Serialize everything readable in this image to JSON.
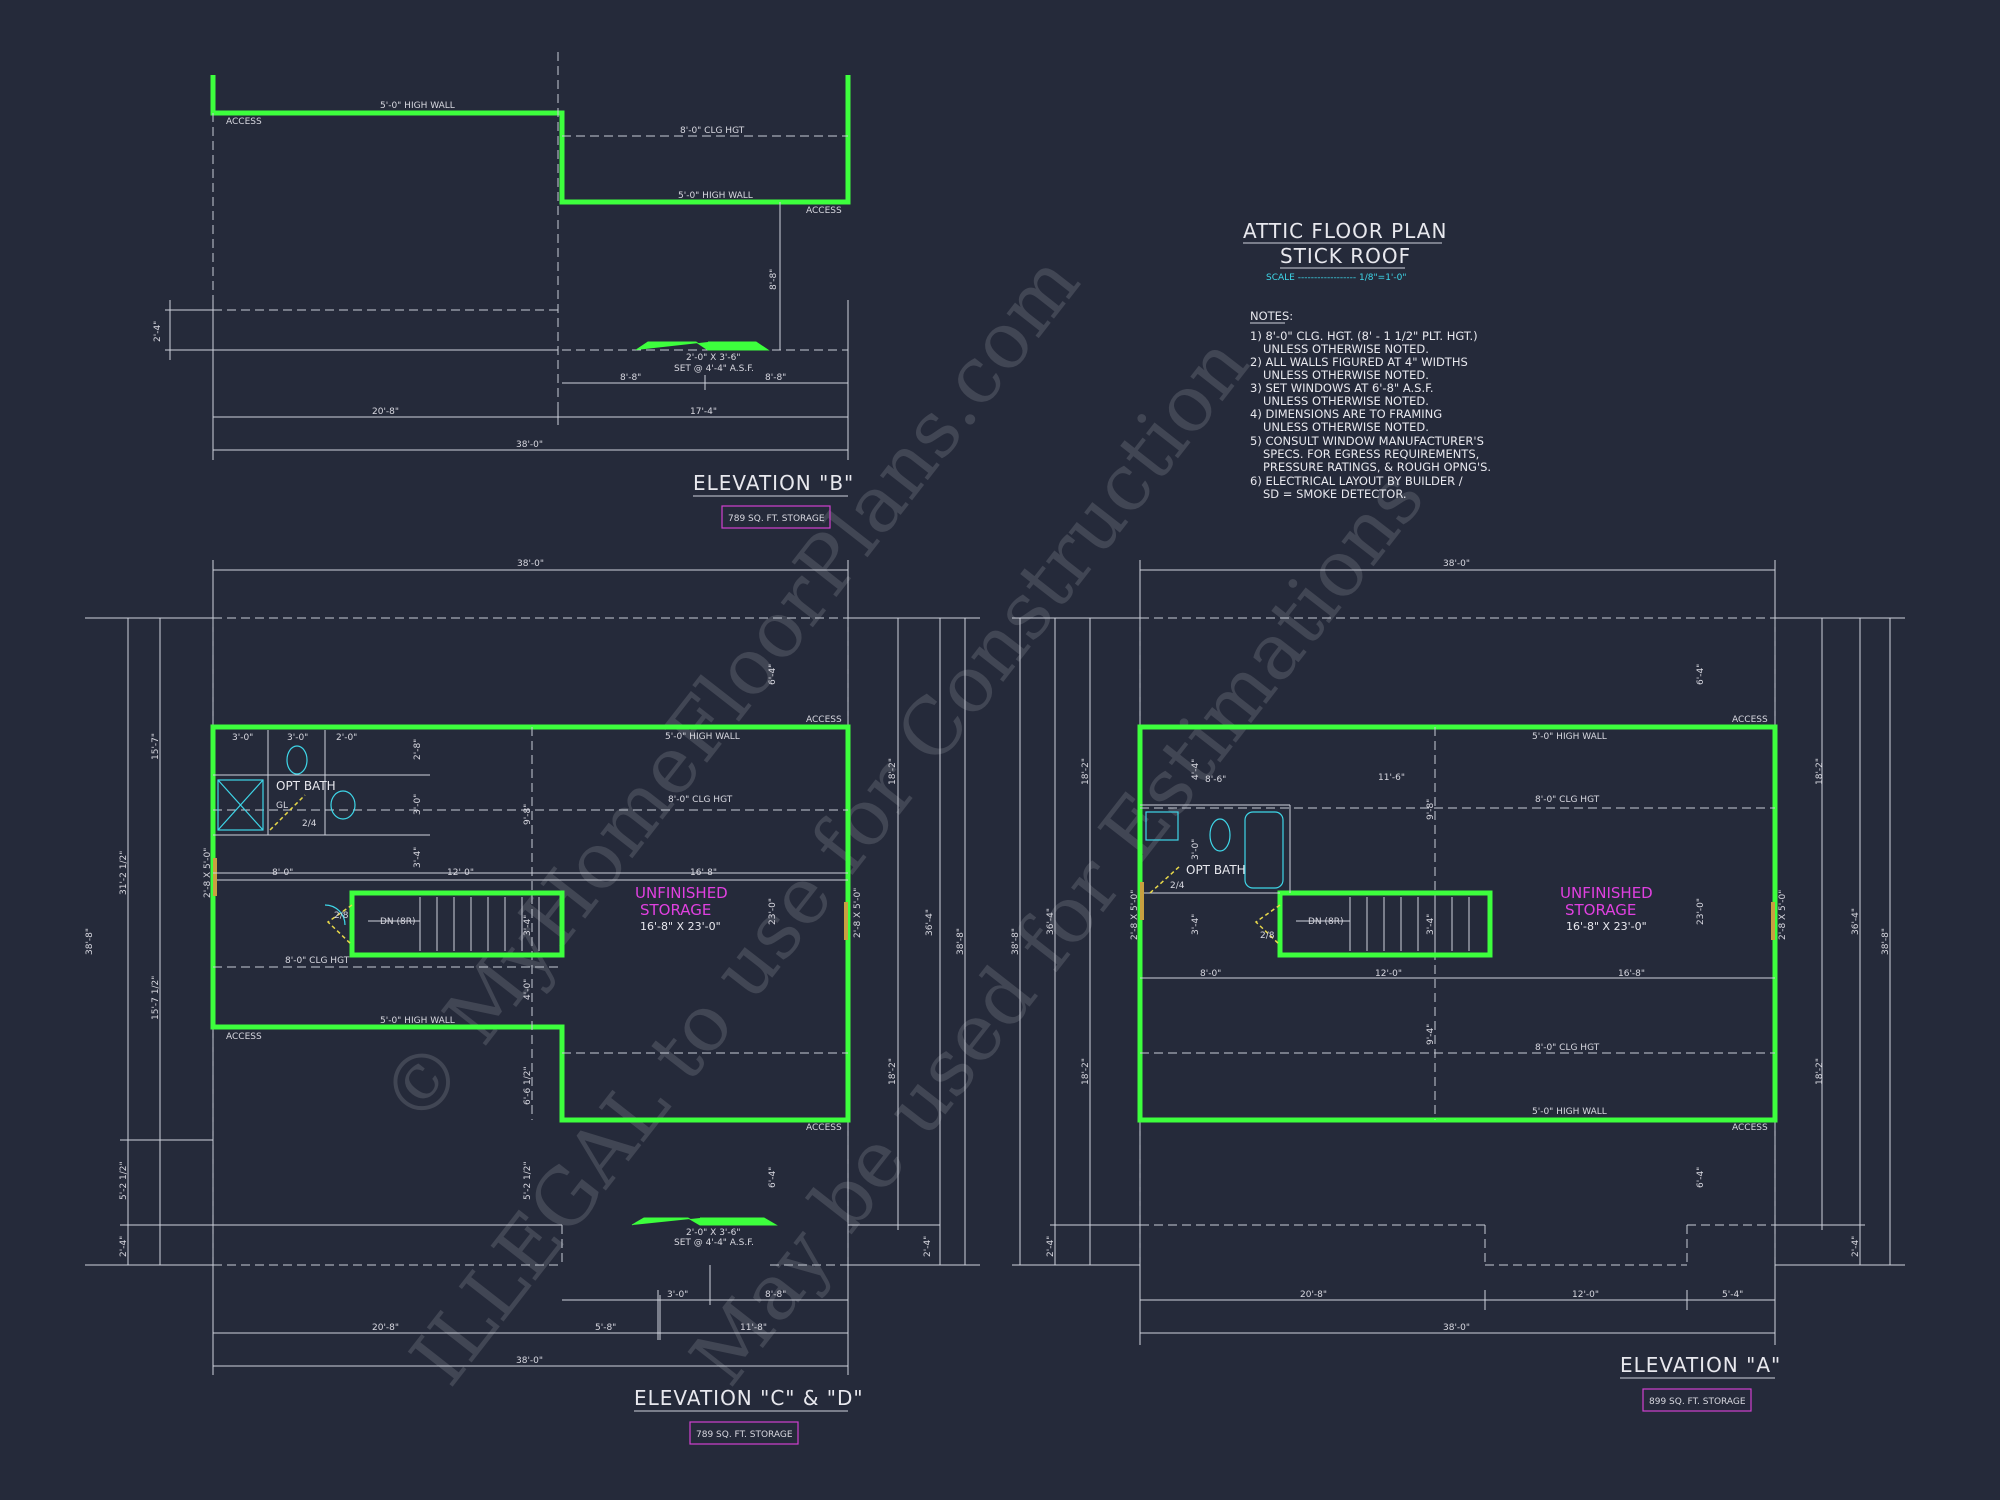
{
  "title": {
    "line1": "ATTIC FLOOR PLAN",
    "line2": "STICK ROOF",
    "scale_label": "SCALE ------------------ 1/8\"=1'-0\""
  },
  "notes": {
    "heading": "NOTES:",
    "lines": [
      "1) 8'-0\" CLG. HGT. (8' - 1 1/2\" PLT. HGT.)",
      "UNLESS OTHERWISE NOTED.",
      "2) ALL WALLS FIGURED AT 4\" WIDTHS",
      "UNLESS OTHERWISE NOTED.",
      "3) SET WINDOWS AT 6'-8\" A.S.F.",
      "UNLESS OTHERWISE NOTED.",
      "4) DIMENSIONS ARE TO FRAMING",
      "UNLESS OTHERWISE NOTED.",
      "5) CONSULT WINDOW MANUFACTURER'S",
      "SPECS. FOR EGRESS REQUIREMENTS,",
      "PRESSURE RATINGS, & ROUGH OPNG'S.",
      "6) ELECTRICAL LAYOUT BY BUILDER /",
      "SD = SMOKE DETECTOR."
    ]
  },
  "watermark": {
    "line1": "© MyHomeFloorPlans.com",
    "line2": "ILLEGAL to use for Construction",
    "line3": "May be used for Estimations"
  },
  "plan_b": {
    "label": "ELEVATION \"B\"",
    "area": "789 SQ. FT. STORAGE",
    "wall_left": "5'-0\" HIGH WALL",
    "wall_right": "5'-0\" HIGH WALL",
    "clg": "8'-0\" CLG HGT",
    "access1": "ACCESS",
    "access2": "ACCESS",
    "window": "2'-0\" X 3'-6\"",
    "window_set": "SET @ 4'-4\" A.S.F.",
    "d_8_8a": "8'-8\"",
    "d_8_8b": "8'-8\"",
    "d_20_8": "20'-8\"",
    "d_17_4": "17'-4\"",
    "d_38": "38'-0\"",
    "d_2_4": "2'-4\"",
    "d_8_8v": "8'-8\""
  },
  "plan_cd": {
    "label": "ELEVATION \"C\" & \"D\"",
    "area": "789 SQ. FT. STORAGE",
    "top_38": "38'-0\"",
    "storage1": "UNFINISHED",
    "storage2": "STORAGE",
    "storage_dim": "16'-8\" X 23'-0\"",
    "opt_bath": "OPT BATH",
    "dn": "DN (8R)",
    "wall_top": "5'-0\" HIGH WALL",
    "wall_bottom": "5'-0\" HIGH WALL",
    "clg_top": "8'-0\" CLG HGT",
    "clg_left": "8'-0\" CLG HGT",
    "access_top": "ACCESS",
    "access_left": "ACCESS",
    "access_bottom": "ACCESS",
    "d3a": "3'-0\"",
    "d3b": "3'-0\"",
    "d2": "2'-0\"",
    "d8": "8'-0\"",
    "d12": "12'-0\"",
    "d16": "16'-8\"",
    "d2_8": "2'-8\"",
    "d3_0v": "3'-0\"",
    "d9_8": "9'-8\"",
    "d3_4a": "3'-4\"",
    "d3_4b": "3'-4\"",
    "d4_0": "4'-0\"",
    "d6_6": "6'-6 1/2\"",
    "d5_2": "5'-2 1/2\"",
    "d23": "23'-0\"",
    "d6_4a": "6'-4\"",
    "d6_4b": "6'-4\"",
    "d18_2a": "18'-2\"",
    "d18_2b": "18'-2\"",
    "d36_4": "36'-4\"",
    "d38_8r": "38'-8\"",
    "d15_7": "15'-7\"",
    "d31_2": "31'-2 1/2\"",
    "d15_7b": "15'-7 1/2\"",
    "d5_2l": "5'-2 1/2\"",
    "d38_8l": "38'-8\"",
    "d2_4l": "2'-4\"",
    "d2_4r": "2'-4\"",
    "win_left": "2'-8 X 5'-0\"",
    "win_right": "2'-8 X 5'-0\"",
    "door_28": "2/8",
    "door_24": "2/4",
    "bath_gl": "GL",
    "window": "2'-0\" X 3'-6\"",
    "window_set": "SET @ 4'-4\" A.S.F.",
    "b3_0": "3'-0\"",
    "b8_8": "8'-8\"",
    "b20_8": "20'-8\"",
    "b5_8": "5'-8\"",
    "b11_8": "11'-8\"",
    "b38": "38'-0\""
  },
  "plan_a": {
    "label": "ELEVATION \"A\"",
    "area": "899 SQ. FT. STORAGE",
    "top_38": "38'-0\"",
    "storage1": "UNFINISHED",
    "storage2": "STORAGE",
    "storage_dim": "16'-8\" X 23'-0\"",
    "opt_bath": "OPT BATH",
    "dn": "DN (8R)",
    "wall_top": "5'-0\" HIGH WALL",
    "wall_bottom": "5'-0\" HIGH WALL",
    "clg_top": "8'-0\" CLG HGT",
    "clg_bottom": "8'-0\" CLG HGT",
    "access_top": "ACCESS",
    "access_bottom": "ACCESS",
    "d8_6": "8'-6\"",
    "d11_6": "11'-6\"",
    "d4_4": "4'-4\"",
    "d9_8": "9'-8\"",
    "d3_4a": "3'-4\"",
    "d3_4b": "3'-4\"",
    "d9_4": "9'-4\"",
    "d3_0": "3'-0\"",
    "d8": "8'-0\"",
    "d12": "12'-0\"",
    "d16": "16'-8\"",
    "d23": "23'-0\"",
    "d6_4a": "6'-4\"",
    "d6_4b": "6'-4\"",
    "d18_2a": "18'-2\"",
    "d18_2b": "18'-2\"",
    "d18_2l": "18'-2\"",
    "d18_2l2": "18'-2\"",
    "d36_4l": "36'-4\"",
    "d38_8l": "38'-8\"",
    "d36_4r": "36'-4\"",
    "d38_8r": "38'-8\"",
    "d2_4l": "2'-4\"",
    "d2_4r": "2'-4\"",
    "win_left": "2'-8 X 5'-0\"",
    "win_right": "2'-8 X 5'-0\"",
    "door_28": "2/8",
    "door_24": "2/4",
    "b20_8": "20'-8\"",
    "b12": "12'-0\"",
    "b5_4": "5'-4\"",
    "b38": "38'-0\""
  }
}
